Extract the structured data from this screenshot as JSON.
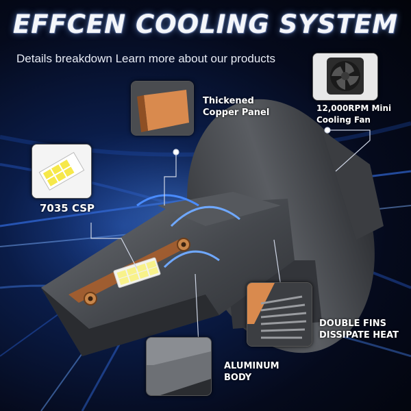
{
  "title": "EFFCEN COOLING SYSTEM",
  "subtitle": "Details breakdown Learn more about our products",
  "callouts": {
    "copper": {
      "line1": "Thickened",
      "line2": "Copper Panel"
    },
    "fan": {
      "line1": "12,000RPM Mini",
      "line2": "Cooling Fan"
    },
    "csp": {
      "line1": "7035 CSP"
    },
    "fins": {
      "line1": "DOUBLE FINS",
      "line2": "DISSIPATE HEAT"
    },
    "body": {
      "line1": "ALUMINUM",
      "line2": "BODY"
    }
  },
  "colors": {
    "accent_blue": "#2f6ee0",
    "copper": "#d98a4e",
    "bulb_gray": "#4a4d52"
  }
}
